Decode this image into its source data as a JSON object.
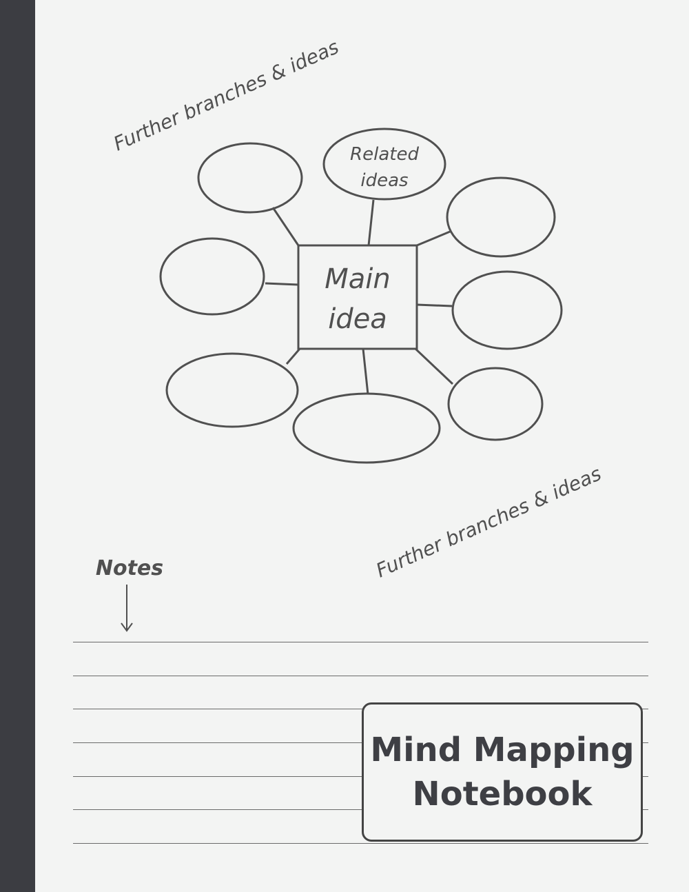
{
  "cover": {
    "title_line1": "Mind Mapping",
    "title_line2": "Notebook",
    "colors": {
      "background": "#f3f4f3",
      "spine": "#3c3d42",
      "ink": "#505050",
      "title": "#3e3f44"
    }
  },
  "mindmap": {
    "center_label_line1": "Main",
    "center_label_line2": "idea",
    "related_label_line1": "Related",
    "related_label_line2": "ideas",
    "branch_label_top": "Further branches & ideas",
    "branch_label_bottom": "Further branches & ideas"
  },
  "notes": {
    "label": "Notes",
    "arrow_icon": "arrow-down-icon"
  }
}
